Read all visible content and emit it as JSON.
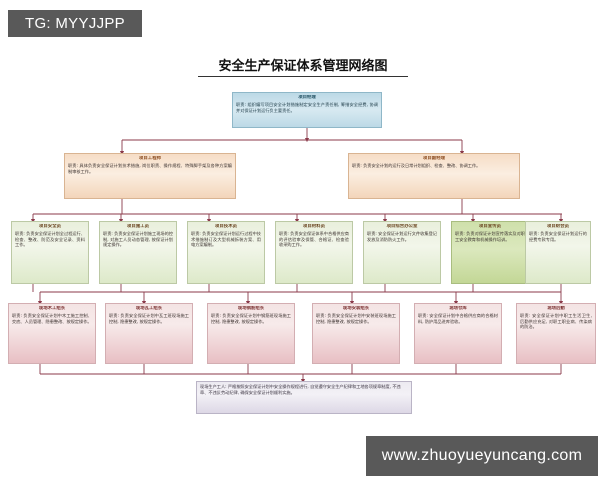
{
  "watermarks": {
    "top": "TG: MYYJJPP",
    "bottom": "www.zhuoyueyuncang.com"
  },
  "title": "安全生产保证体系管理网络图",
  "diagram": {
    "type": "org-chart",
    "levels": [
      {
        "level": 0,
        "nodes": [
          {
            "id": "project-manager",
            "role": "项目经理",
            "duty": "职责: 组织编写项目安全计划措施制定安全生产责任制, 筹措安全经费, 协调并对保证计划运行负主要责任。"
          }
        ]
      },
      {
        "level": 1,
        "nodes": [
          {
            "id": "project-engineer",
            "role": "项目工程师",
            "duty": "职责: 具体负责安全保证计划技术措施, 岗位职责、操作规程、特殊脚手架及各种方案编制审核工作。"
          },
          {
            "id": "project-deputy-manager",
            "role": "项目副经理",
            "duty": "职责: 负责安全计划的运行及日常计划组织、检查、整改、协调工作。"
          }
        ]
      },
      {
        "level": 2,
        "nodes": [
          {
            "id": "project-safety-officer",
            "role": "项目安全员",
            "duty": "职责: 负责安全保证计划全过程运行、检查、整改、防范及安全记录、资料工作。"
          },
          {
            "id": "project-construction-officer",
            "role": "项目施工员",
            "duty": "职责: 负责安全保证计划施工现场的控制, 对施工人员动态管理, 按保证计划规定操作。"
          },
          {
            "id": "project-technician",
            "role": "项目技术员",
            "duty": "职责: 负责安全保证计划运行过程中技术措施制订及大型机械拆装方案、用电方案编制。"
          },
          {
            "id": "project-materials-officer",
            "role": "项目材料员",
            "duty": "职责: 负责安全保证体系中合格供应商的评估验审及保管、合格证、检查验收采购工作。"
          },
          {
            "id": "project-general-office",
            "role": "项目综合办公室",
            "duty": "职责: 安全保证计划运行文件收集登记发放及消防防火工作。"
          },
          {
            "id": "project-publicity-officer",
            "role": "项目宣传员",
            "duty": "职责: 负责对保证计划宣传落实及对职工安全教育和机械操作培训。",
            "highlight": true
          },
          {
            "id": "project-accountant",
            "role": "项目财会员",
            "duty": "职责: 负责安全保证计划运行的经费专款专用。"
          }
        ]
      },
      {
        "level": 3,
        "nodes": [
          {
            "id": "site-carpentry-leader",
            "role": "现场木工组长",
            "duty": "职责: 负责安全保证计划中木工施工控制、交底、人员管理、隐患整改、按规定操作。"
          },
          {
            "id": "site-masonry-leader",
            "role": "现场瓦工组长",
            "duty": "职责: 负责安全保证计划中瓦工班现场施工控制, 隐患整改, 按规定操作。"
          },
          {
            "id": "site-rebar-leader",
            "role": "现场钢筋组长",
            "duty": "职责: 负责安全保证计划中钢筋班现场施工控制, 隐患整改, 按规定操作。"
          },
          {
            "id": "site-installation-leader",
            "role": "现场安装组长",
            "duty": "职责: 负责安全保证计划中安装班现场施工控制, 隐患整改, 按规定操作。"
          },
          {
            "id": "site-warehouse",
            "role": "现场仓库",
            "duty": "职责: 安全保证计划中合格供应商的合格材料, 防护用品进库验收。"
          },
          {
            "id": "site-logistics",
            "role": "现场后勤",
            "duty": "职责: 安全保证计划中职工生活卫生, 后勤供应充足, 对职工职业病、传染病的防治。"
          }
        ]
      },
      {
        "level": 4,
        "nodes": [
          {
            "id": "site-production-workers",
            "role": "",
            "duty": "现场生产工人: 严格按照安全保证计划中安全操作规程进行, 自觉遵守安全生产纪律和工地各项规章制度, 不违章、不违反劳动纪律, 确保安全保证计划顺利实施。"
          }
        ]
      }
    ]
  }
}
